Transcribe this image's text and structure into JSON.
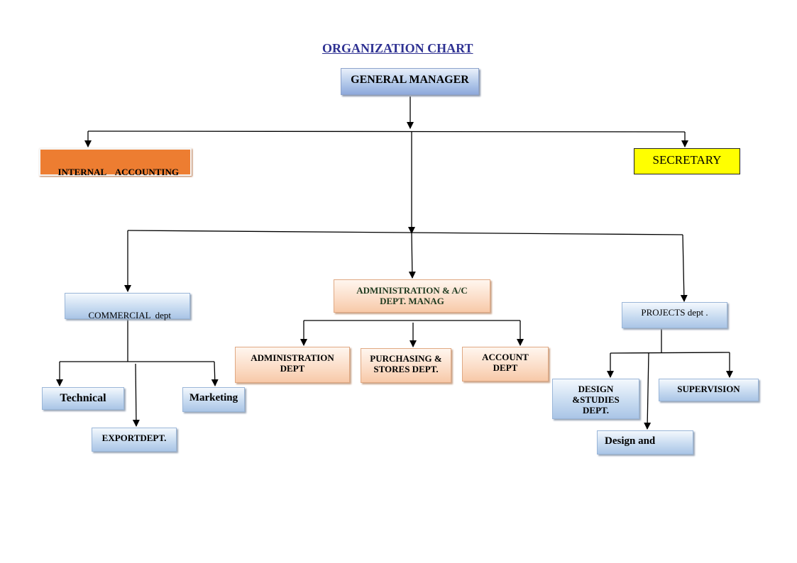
{
  "title": "ORGANIZATION CHART",
  "nodes": {
    "general_manager": "GENERAL MANAGER",
    "internal_accounting": "INTERNAL    ACCOUNTING",
    "secretary": "SECRETARY",
    "commercial": "COMMERCIAL  dept",
    "administration_ac": [
      "ADMINISTRATION & A/C",
      "DEPT. MANAG"
    ],
    "projects": "PROJECTS dept .",
    "technical": "Technical",
    "marketing": "Marketing",
    "export": "EXPORTDEPT.",
    "administration_dept": [
      "ADMINISTRATION",
      "DEPT"
    ],
    "purchasing": [
      "PURCHASING &",
      "STORES DEPT."
    ],
    "account": [
      "ACCOUNT",
      "DEPT"
    ],
    "design_studies": [
      "DESIGN",
      "&STUDIES",
      "DEPT."
    ],
    "supervision": "SUPERVISION",
    "design_and": "Design and"
  },
  "colors": {
    "title": "#2e3192",
    "internal_accounting_fill": "#ed7d31",
    "secretary_fill": "#ffff00",
    "admin_text": "#1f3a1f"
  }
}
